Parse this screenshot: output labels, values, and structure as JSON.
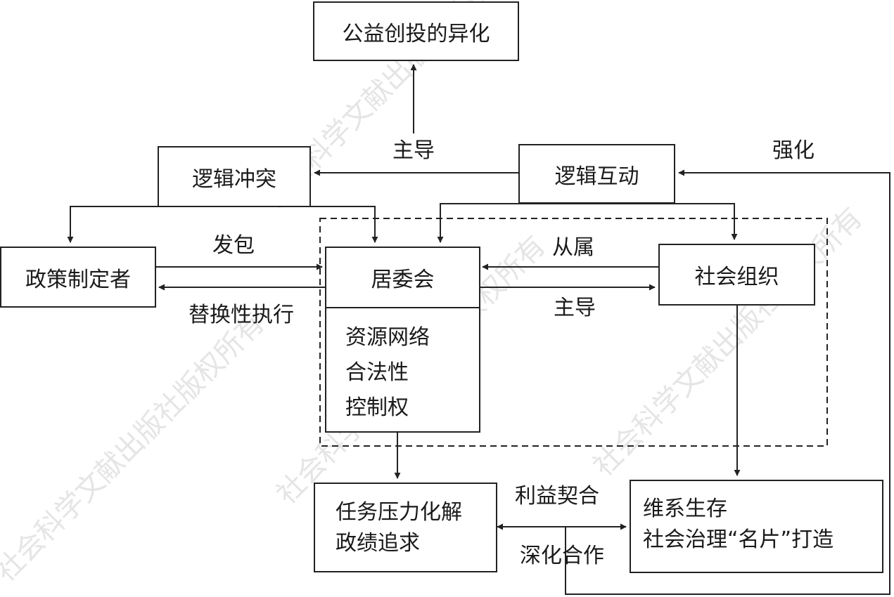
{
  "nodes": {
    "alienation": "公益创投的异化",
    "logic_conflict": "逻辑冲突",
    "logic_interaction": "逻辑互动",
    "policy_maker": "政策制定者",
    "residents_committee": "居委会",
    "residents_committee_attrs": [
      "资源网络",
      "合法性",
      "控制权"
    ],
    "social_org": "社会组织",
    "task_pressure": [
      "任务压力化解",
      "政绩追求"
    ],
    "survival": [
      "维系生存",
      "社会治理“名片”打造"
    ]
  },
  "edge_labels": {
    "lead_top": "主导",
    "strengthen": "强化",
    "contract_out": "发包",
    "substitute_execution": "替换性执行",
    "subordinate": "从属",
    "lead_mid": "主导",
    "interest_fit": "利益契合",
    "deepen_cooperation": "深化合作"
  },
  "watermark": "社会科学文献出版社版权所有"
}
